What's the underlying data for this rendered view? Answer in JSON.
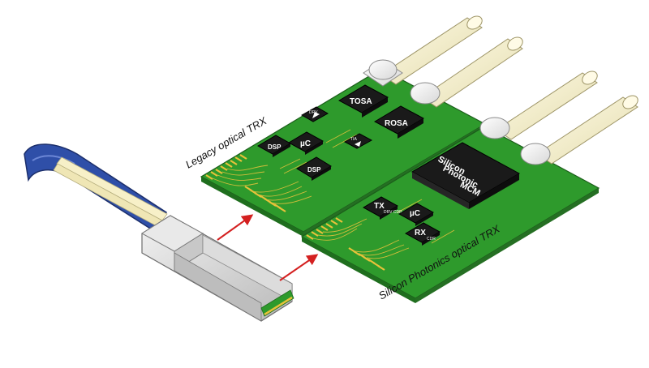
{
  "labels": {
    "legacy": "Legacy optical TRX",
    "silicon": "Silicon Photonics optical TRX"
  },
  "legacy_chips": {
    "tosa": "TOSA",
    "rosa": "ROSA",
    "dsp_top": "DSP",
    "dsp_bottom": "DSP",
    "uc": "µC",
    "drv": "DRV",
    "tia": "TIA"
  },
  "silicon_chips": {
    "mcm_line1": "Silicon",
    "mcm_line2": "Photonic",
    "mcm_line3": "MCM",
    "tx": "TX",
    "rx": "RX",
    "uc": "µC",
    "tx_small": "DRV CDR",
    "rx_small": "CDR"
  },
  "colors": {
    "pcb": "#2e9a2c",
    "pcb_dark": "#1f6e1e",
    "gold": "#e8c23a",
    "chip": "#1a1a1a",
    "fiber": "#f3eecc",
    "handle": "#2f4fa8",
    "arrow": "#d42020"
  }
}
